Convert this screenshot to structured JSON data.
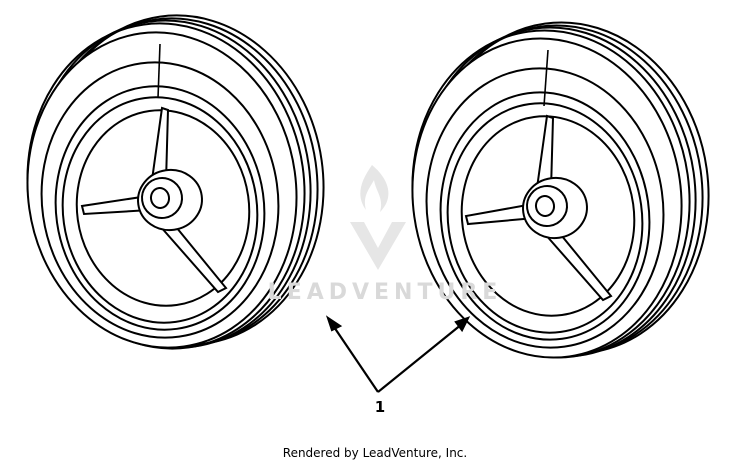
{
  "diagram": {
    "callout_number": "1",
    "credit": "Rendered by LeadVenture, Inc.",
    "watermark_text": "LEADVENTURE",
    "colors": {
      "line": "#000000",
      "watermark": "#d9d9d9",
      "background": "#ffffff"
    },
    "parts": [
      {
        "callout": "1",
        "name": "wheel",
        "count": 2
      }
    ]
  }
}
